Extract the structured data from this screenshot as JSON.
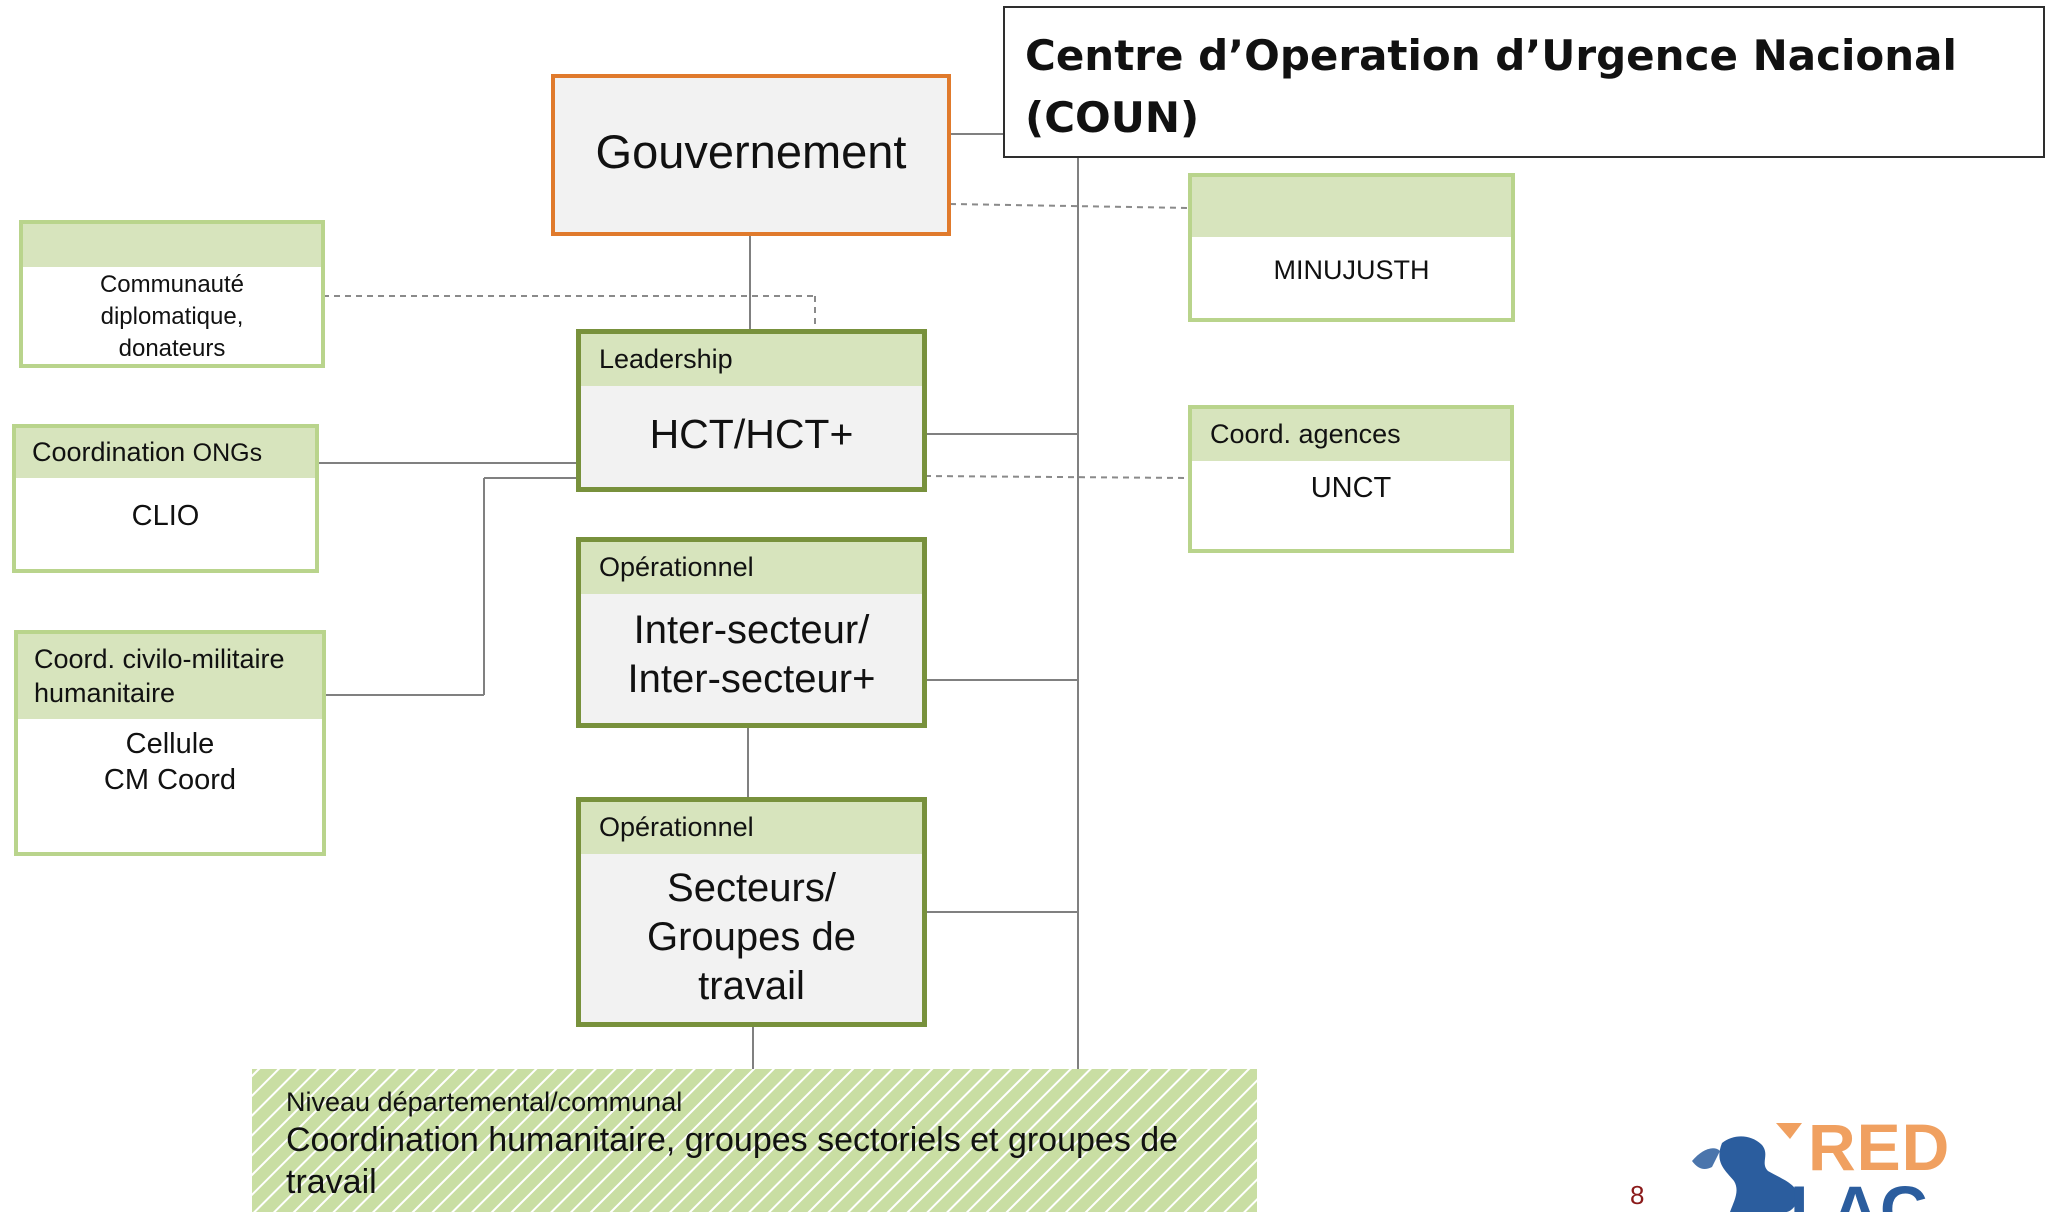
{
  "title": {
    "line1": "Centre d’Operation d’Urgence Nacional",
    "line2": "(COUN)"
  },
  "gouvernement": "Gouvernement",
  "communaute": {
    "lines": [
      "Communauté",
      "diplomatique,",
      "donateurs"
    ]
  },
  "minujusth": "MINUJUSTH",
  "leadership": {
    "header": "Leadership",
    "body": "HCT/HCT+"
  },
  "coord_ongs": {
    "header_main": "Coordination",
    "header_small": "ONGs",
    "body": "CLIO"
  },
  "coord_agences": {
    "header": "Coord. agences",
    "body": "UNCT"
  },
  "operationnel_1": {
    "header": "Opérationnel",
    "line1": "Inter-secteur/",
    "line2": "Inter-secteur+"
  },
  "civ_mil": {
    "header_line1": "Coord. civilo-militaire",
    "header_line2": "humanitaire",
    "body_line1": "Cellule",
    "body_line2": "CM Coord"
  },
  "operationnel_2": {
    "header": "Opérationnel",
    "line1": "Secteurs/",
    "line2": "Groupes de",
    "line3": "travail"
  },
  "niveau": {
    "small": "Niveau départemental/communal",
    "line1": "Coordination humanitaire, groupes sectoriels et groupes de",
    "line2": "travail"
  },
  "page_number": "8",
  "logo": {
    "text_top": "RED",
    "text_bottom": "LAC"
  },
  "colors": {
    "government_border": "#e07a2c",
    "box_border": "#78913c",
    "light_border": "#b9d48c",
    "header_fill": "#d7e4bd",
    "logo_orange": "#f0a060",
    "logo_blue": "#2b5d9e",
    "page_number": "#8b1a1a"
  }
}
